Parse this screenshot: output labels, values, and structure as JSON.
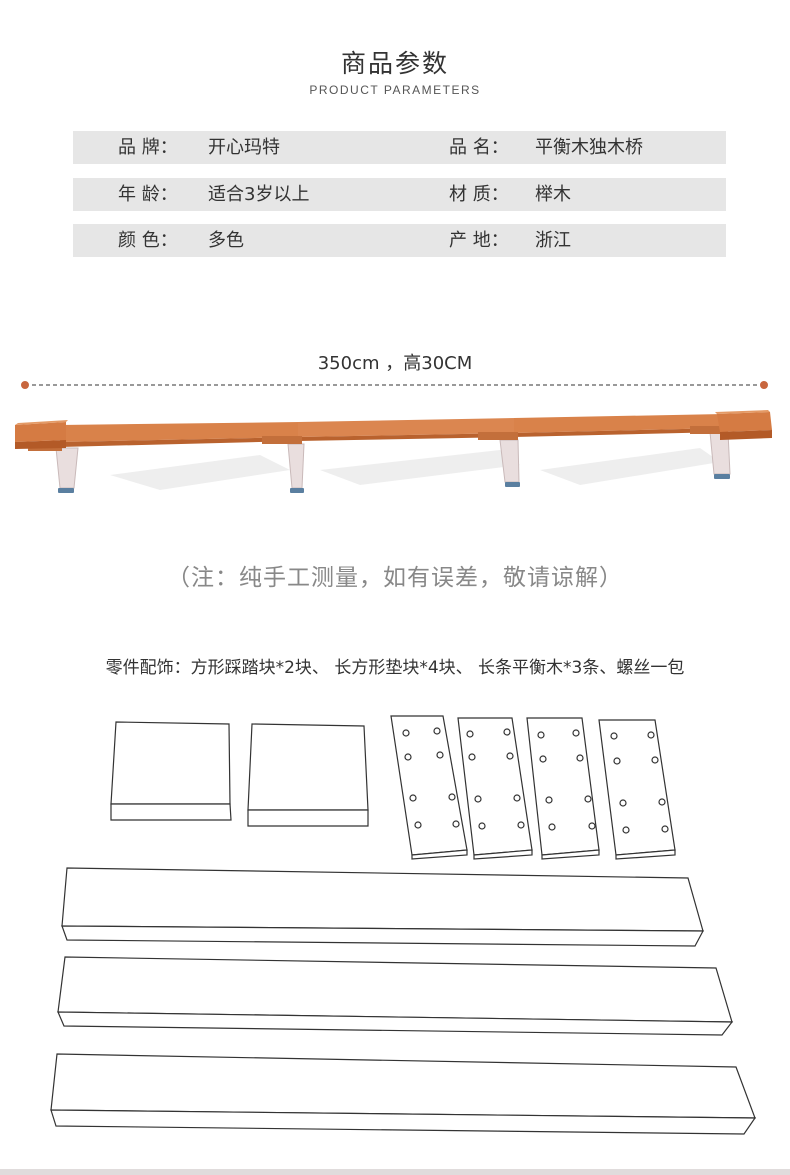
{
  "header": {
    "title": "商品参数",
    "subtitle": "PRODUCT PARAMETERS"
  },
  "params": [
    {
      "l1": "品 牌：",
      "v1": "开心玛特",
      "l2": "品 名：",
      "v2": "平衡木独木桥"
    },
    {
      "l1": "年 龄：",
      "v1": "适合3岁以上",
      "l2": "材 质：",
      "v2": "榉木"
    },
    {
      "l1": "颜 色：",
      "v1": "多色",
      "l2": "产 地：",
      "v2": "浙江"
    }
  ],
  "dimension": "350cm ，高30CM",
  "note": "（注：纯手工测量，如有误差，敬请谅解）",
  "accessories": "零件配饰：方形踩踏块*2块、 长方形垫块*4块、 长条平衡木*3条、螺丝一包",
  "colors": {
    "wood": "#d9824a",
    "wood_dark": "#b9622e",
    "row_bg": "#e6e6e6",
    "dot": "#c8663e",
    "note": "#888888"
  }
}
